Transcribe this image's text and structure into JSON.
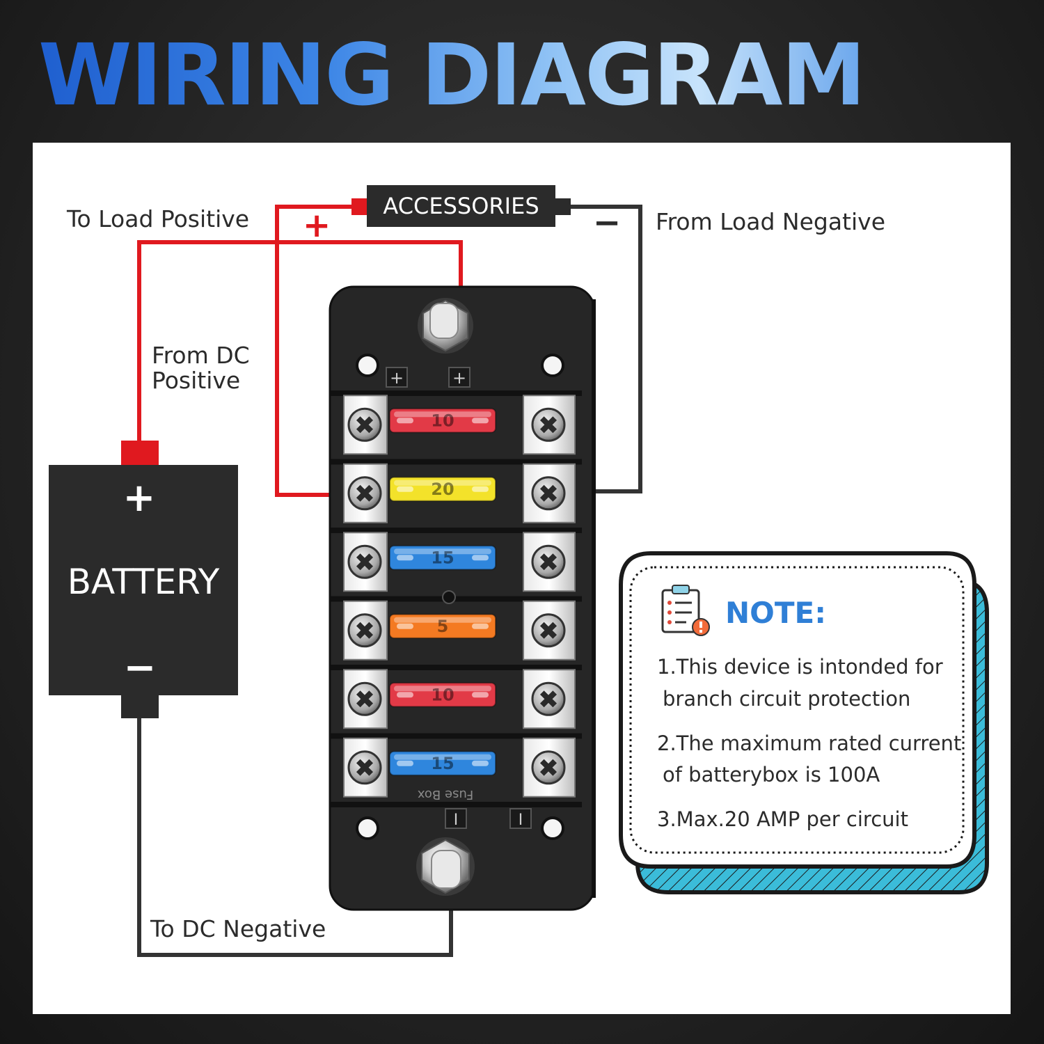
{
  "title": "WIRING DIAGRAM",
  "labels": {
    "to_load_positive": "To Load Positive",
    "from_load_negative": "From Load Negative",
    "from_dc_positive_line1": "From DC",
    "from_dc_positive_line2": "Positive",
    "to_dc_negative": "To DC Negative",
    "accessories": "ACCESSORIES",
    "positive_sign": "+",
    "negative_sign": "−"
  },
  "battery": {
    "name": "BATTERY",
    "positive": "+",
    "negative": "−"
  },
  "fuse_box": {
    "fuses": [
      {
        "rating": "10",
        "color": "#e23a47"
      },
      {
        "rating": "20",
        "color": "#f3e22a"
      },
      {
        "rating": "15",
        "color": "#2f86dd"
      },
      {
        "rating": "5",
        "color": "#f47a22"
      },
      {
        "rating": "10",
        "color": "#e23a47"
      },
      {
        "rating": "15",
        "color": "#2f86dd"
      }
    ],
    "top_marks": "+",
    "bottom_marks": "I",
    "mirrored_label": "Fuse Box"
  },
  "note": {
    "title": "NOTE:",
    "lines": [
      "1.This device is intonded for",
      "branch circuit protection",
      "2.The maximum rated current",
      "of batterybox is 100A",
      "3.Max.20 AMP per circuit"
    ]
  },
  "colors": {
    "positive_wire": "#e0191f",
    "negative_wire": "#333333",
    "note_accent": "#2f7fd6",
    "note_stack": "#3bbcd9"
  }
}
